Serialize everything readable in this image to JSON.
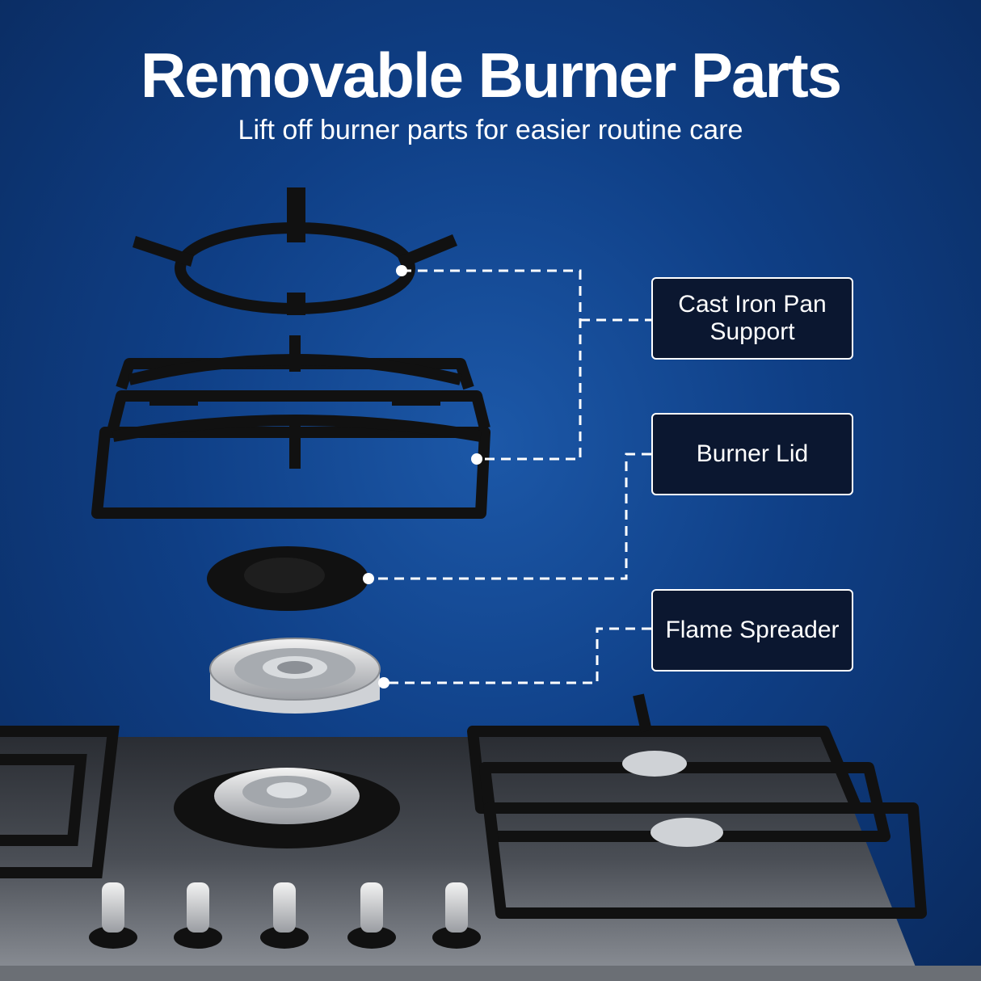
{
  "header": {
    "title": "Removable Burner Parts",
    "subtitle": "Lift off burner parts for easier routine care"
  },
  "labels": [
    {
      "id": "cast-iron-pan-support",
      "line1": "Cast Iron Pan",
      "line2": "Support"
    },
    {
      "id": "burner-lid",
      "line1": "Burner Lid"
    },
    {
      "id": "flame-spreader",
      "line1": "Flame Spreader"
    }
  ],
  "colors": {
    "background": "#0f3f86",
    "label_box": "#0b1730",
    "text": "#ffffff"
  }
}
